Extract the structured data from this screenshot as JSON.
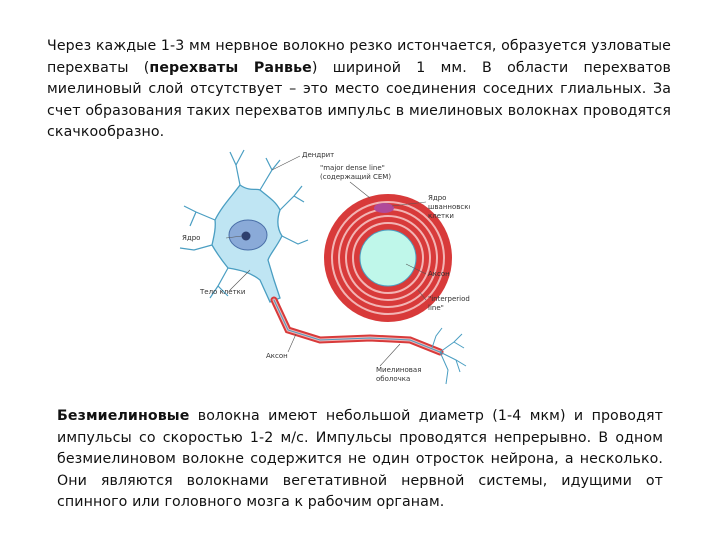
{
  "paragraph1": {
    "s1": "Через каждые 1-3 мм нервное волокно резко истончается, образуется узловатые перехваты (",
    "bold": "перехваты Ранвье",
    "s2": ") шириной 1 мм. В области перехватов миелиновый слой отсутствует – это место соединения соседних глиальных. За счет образования таких перехватов импульс в миелиновых волокнах проводятся скачкообразно."
  },
  "figure": {
    "labels": {
      "dendrite": "Дендрит",
      "major_dense_line_1": "\"major dense line\"",
      "major_dense_line_2": "(содержащий СЕМ)",
      "nucleus_schwann_1": "Ядро",
      "nucleus_schwann_2": "шванновской",
      "nucleus_schwann_3": "клетки",
      "nucleus": "Ядро",
      "cell_body": "Тело клетки",
      "axon_cross": "Аксон",
      "interperiod_1": "\"interperiod",
      "interperiod_2": "line\"",
      "axon": "Аксон",
      "myelin_1": "Миелиновая",
      "myelin_2": "оболочка"
    },
    "colors": {
      "cell": "#bfe5f3",
      "cell_outline": "#4a9ec2",
      "nucleus": "#8aaad8",
      "myelin_red": "#d83a3a",
      "myelin_stripe": "#f2b4b4",
      "axon_core": "#bff7ea"
    }
  },
  "paragraph2": {
    "bold": "Безмиелиновые",
    "text": " волокна имеют небольшой диаметр (1-4 мкм) и проводят импульсы со скоростью 1-2 м/с. Импульсы проводятся непрерывно. В одном безмиелиновом волокне содержится не один отросток нейрона, а несколько. Они являются волокнами вегетативной нервной системы, идущими от спинного или головного мозга к рабочим органам."
  }
}
